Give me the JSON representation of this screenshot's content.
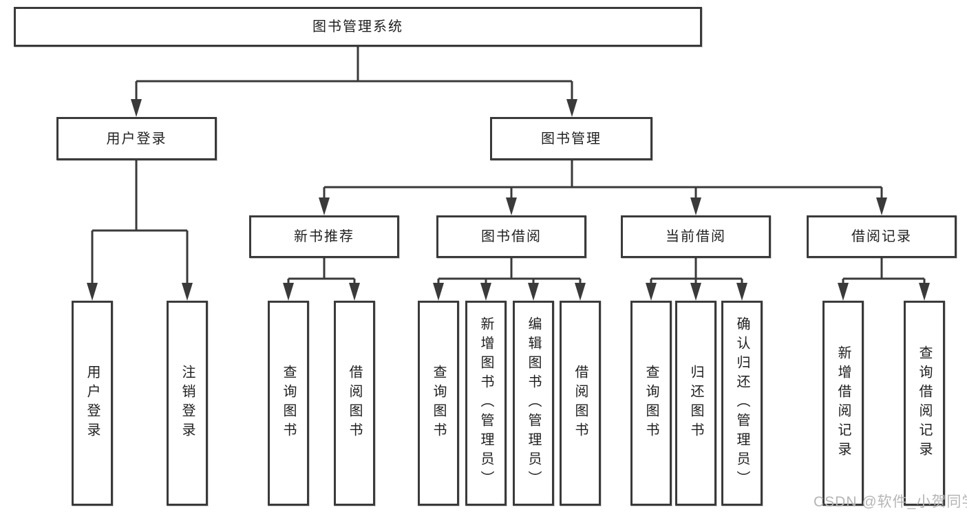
{
  "diagram": {
    "nodes": {
      "root": "图书管理系统",
      "l2": [
        "用户登录",
        "图书管理"
      ],
      "l3": [
        "新书推荐",
        "图书借阅",
        "当前借阅",
        "借阅记录"
      ],
      "l4": {
        "login": [
          "用户登录",
          "注销登录"
        ],
        "recommend": [
          "查询图书",
          "借阅图书"
        ],
        "borrow": [
          "查询图书",
          "新增图书（管理员）",
          "编辑图书（管理员）",
          "借阅图书"
        ],
        "current": [
          "查询图书",
          "归还图书",
          "确认归还（管理员）"
        ],
        "records": [
          "新增借阅记录",
          "查询借阅记录"
        ]
      }
    },
    "colors": {
      "line": "#3a3a3a",
      "box_border": "#3a3a3a",
      "box_fill": "#ffffff",
      "text": "#1f1f1f",
      "watermark": "#b5b5b5"
    }
  },
  "watermark": "CSDN @软件_小贺同学"
}
